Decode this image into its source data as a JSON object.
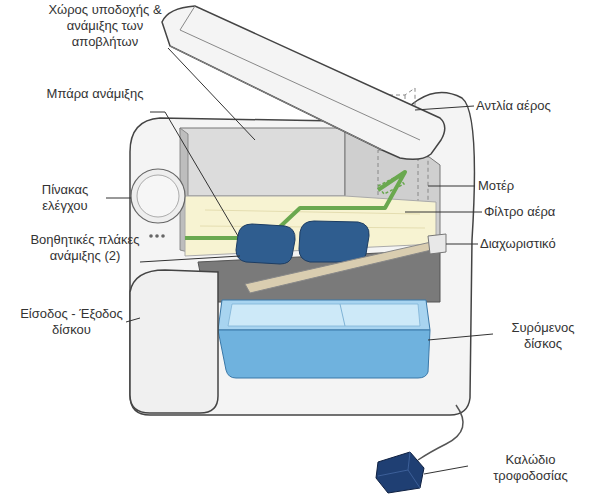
{
  "diagram": {
    "labels": [
      "Χώρος υποδοχής & ανάμιξης των αποβλήτων",
      "Μπάρα ανάμιξης",
      "Αντλία αέρος",
      "Μοτέρ",
      "Φίλτρο αέρα",
      "Πίνακας ελέγχου",
      "Διαχωριστικό",
      "Βοηθητικές πλάκες ανάμιξης (2)",
      "Είσοδος - Έξοδος δίσκου",
      "Συρόμενος δίσκος",
      "Καλώδιο τροφοδοσίας"
    ]
  }
}
